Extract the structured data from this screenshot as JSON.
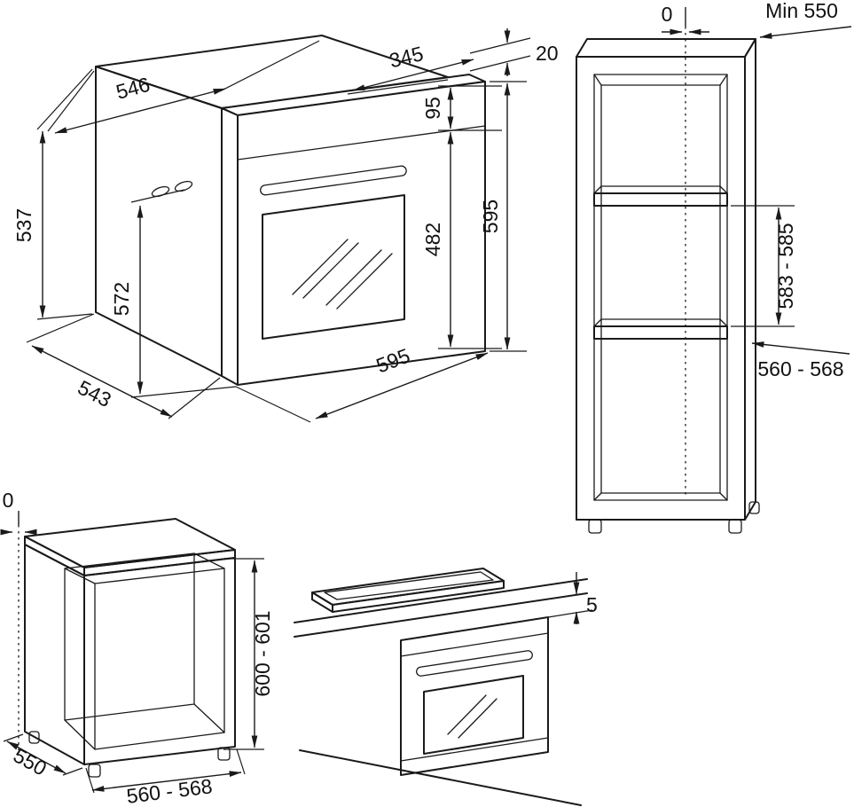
{
  "background": "#ffffff",
  "ink": "#1a1a1a",
  "drawings": {
    "oven": {
      "dims": {
        "body_width": "546",
        "top_depth": "345",
        "fascia_overlap": "20",
        "panel_height": "95",
        "door_height": "482",
        "front_height": "595",
        "rear_height": "537",
        "front_body_height": "572",
        "body_depth": "543",
        "front_width": "595"
      }
    },
    "tall_cabinet": {
      "dims": {
        "back_gap": "0",
        "min_depth": "Min 550",
        "niche_height": "583 - 585",
        "niche_width": "560 - 568"
      }
    },
    "base_cabinet": {
      "dims": {
        "back_gap": "0",
        "niche_height": "600 - 601",
        "cabinet_depth": "550",
        "niche_width": "560 - 568"
      }
    },
    "undercounter": {
      "dims": {
        "worktop_gap": "5"
      }
    }
  }
}
